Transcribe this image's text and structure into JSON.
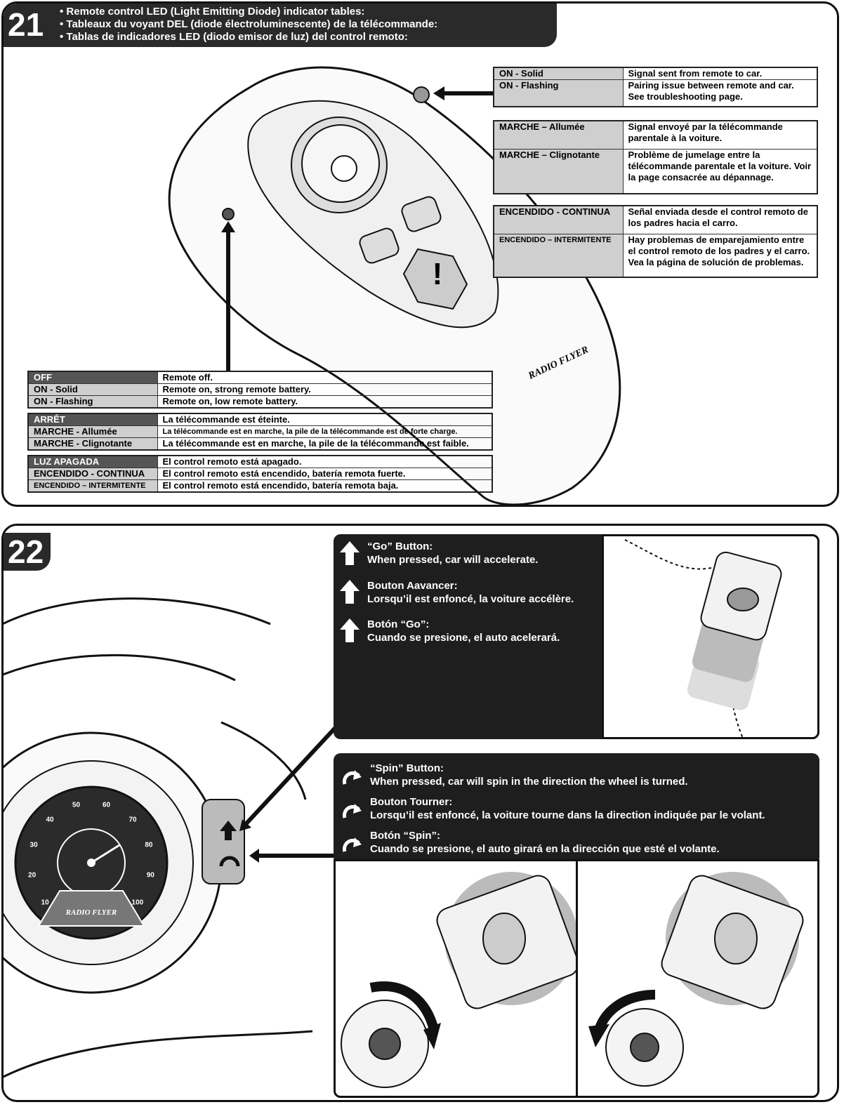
{
  "step21": {
    "number": "21",
    "header": [
      "• Remote control LED (Light Emitting Diode) indicator tables:",
      "• Tableaux du voyant DEL (diode électroluminescente) de la télécommande:",
      "• Tablas de indicadores LED (diodo emisor de luz) del control remoto:"
    ],
    "top_en": [
      [
        "ON - Solid",
        "Signal sent from remote to car."
      ],
      [
        "ON - Flashing",
        "Pairing issue between remote and car. See troubleshooting page."
      ]
    ],
    "top_fr": [
      [
        "MARCHE – Allumée",
        "Signal envoyé par la télécommande parentale à la voiture."
      ],
      [
        "MARCHE – Clignotante",
        "Problème de jumelage entre la télécommande parentale et la voiture.  Voir la page consacrée au dépannage."
      ]
    ],
    "top_es": [
      [
        "ENCENDIDO - CONTINUA",
        "Señal enviada desde el control remoto de los padres hacia el carro."
      ],
      [
        "ENCENDIDO – INTERMITENTE",
        "Hay problemas de emparejamiento entre el control remoto de los padres y el carro.  Vea la página de solución de problemas."
      ]
    ],
    "bot_en": [
      [
        "OFF",
        "Remote off."
      ],
      [
        "ON - Solid",
        "Remote on, strong remote battery."
      ],
      [
        "ON - Flashing",
        "Remote on, low remote battery."
      ]
    ],
    "bot_fr": [
      [
        "ARRÊT",
        "La télécommande est éteinte."
      ],
      [
        "MARCHE - Allumée",
        "La télécommande est en marche, la pile de la télécommande est de forte charge."
      ],
      [
        "MARCHE - Clignotante",
        "La télécommande est en marche, la pile de la télécommande est faible."
      ]
    ],
    "bot_es": [
      [
        "LUZ APAGADA",
        "El control remoto está apagado."
      ],
      [
        "ENCENDIDO - CONTINUA",
        "El control remoto está encendido, batería remota fuerte."
      ],
      [
        "ENCENDIDO – INTERMITENTE",
        "El control remoto está encendido, batería remota baja."
      ]
    ],
    "brand": "RADIO FLYER"
  },
  "step22": {
    "number": "22",
    "go": [
      {
        "title": "“Go” Button:",
        "text": "When pressed, car will accelerate."
      },
      {
        "title": "Bouton Aavancer:",
        "text": "Lorsqu’il est enfoncé, la voiture accélère."
      },
      {
        "title": "Botón “Go”:",
        "text": "Cuando se presione, el auto acelerará."
      }
    ],
    "spin": [
      {
        "title": "“Spin” Button:",
        "text": "When pressed, car will spin in the direction the wheel is turned."
      },
      {
        "title": "Bouton Tourner:",
        "text": "Lorsqu’il est enfoncé, la voiture tourne dans la direction indiquée par le volant."
      },
      {
        "title": "Botón “Spin”:",
        "text": "Cuando se presione, el auto girará en la dirección que esté el volante."
      }
    ],
    "speedo": [
      "10",
      "20",
      "30",
      "40",
      "50",
      "60",
      "70",
      "80",
      "90",
      "100"
    ],
    "brand": "RADIO FLYER"
  }
}
